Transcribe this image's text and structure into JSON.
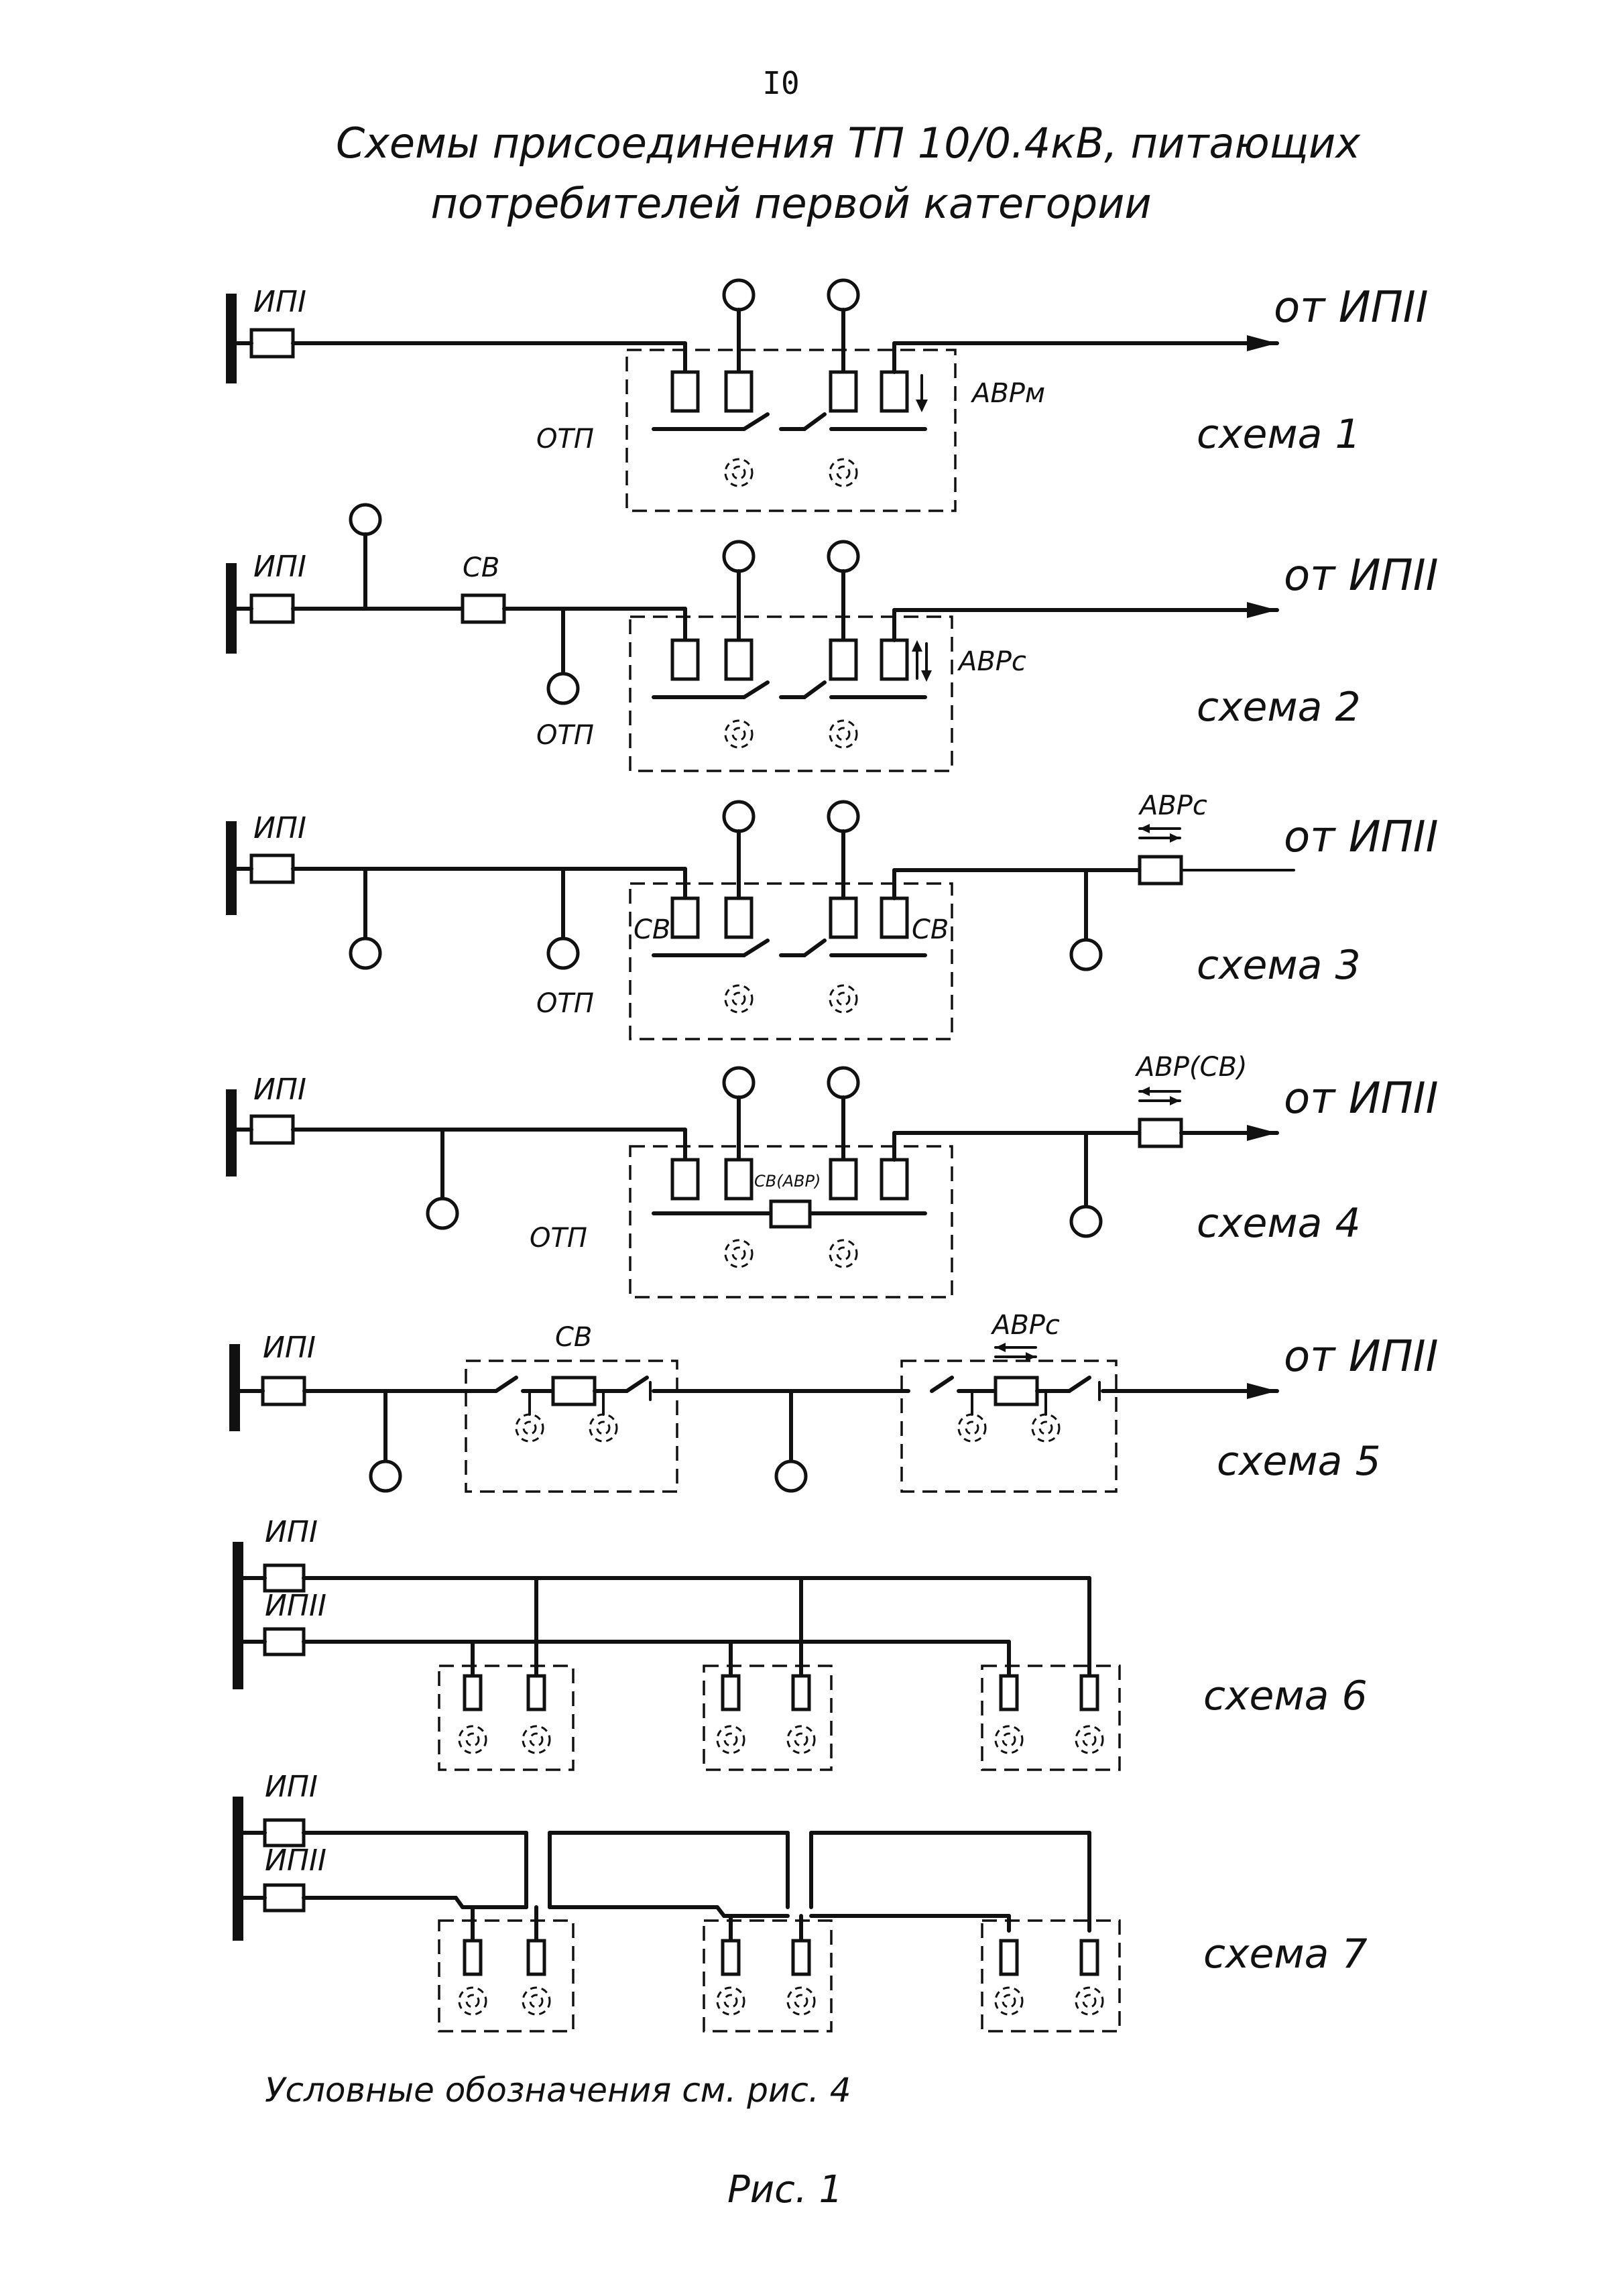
{
  "page_number": "I0",
  "title": {
    "line1": "Схемы присоединения ТП 10/0.4кВ, питающих",
    "line2": "потребителей первой категории"
  },
  "labels": {
    "ip1": "ИПI",
    "ip2": "ИПII",
    "from_ip2": "от ИПII",
    "otp": "ОТП",
    "sv": "СВ",
    "avr_m": "АВРм",
    "avr_s": "АВРс",
    "avr_sv": "АВР(СВ)",
    "sv_avr": "СВ(АВР)"
  },
  "schemes": [
    "схема 1",
    "схема 2",
    "схема 3",
    "схема 4",
    "схема 5",
    "схема 6",
    "схема 7"
  ],
  "footnote": "Условные обозначения см. рис. 4",
  "figure_caption": "Рис. 1"
}
